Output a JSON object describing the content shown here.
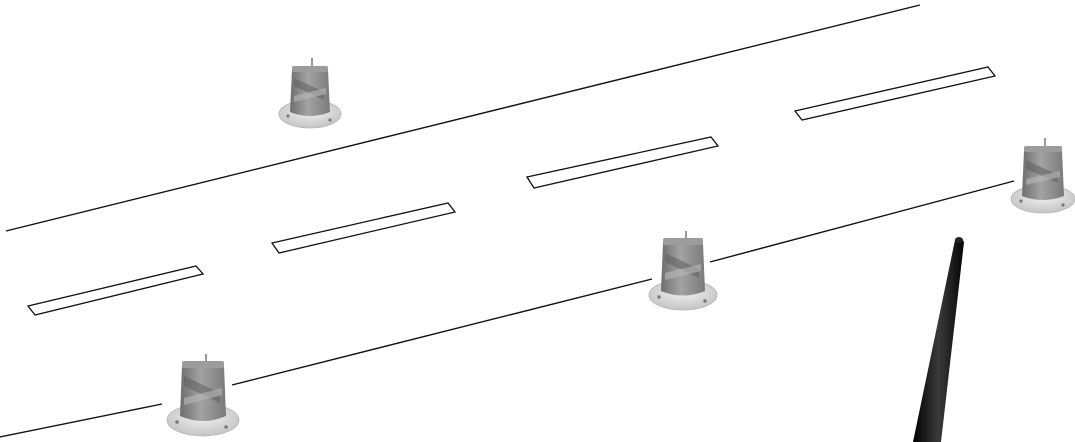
{
  "scene": {
    "background": "#ffffff",
    "line_color": "#111111",
    "stud_body_color": "#8a8a8a",
    "stud_base_color": "#d6d6d6",
    "antenna_color": "#141414",
    "road_edge_count": 2,
    "lane_marking_count": 4,
    "road_stud_count": 4,
    "antenna_count": 1
  }
}
